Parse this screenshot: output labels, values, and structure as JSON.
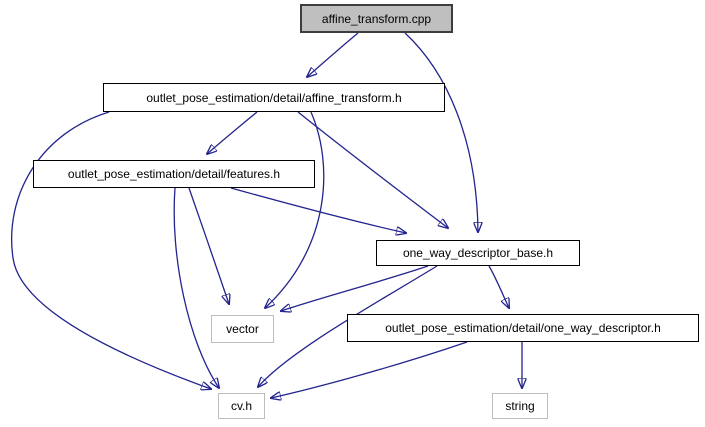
{
  "graph": {
    "colors": {
      "edge": "#24248f",
      "node_border": "#000000",
      "node_fill": "#ffffff",
      "current_node_border": "#3d3d3d",
      "current_node_fill": "#bfbfbf",
      "leaf_node_border": "#bdbdbd",
      "text": "#000000",
      "background": "#ffffff"
    },
    "nodes": {
      "cpp": {
        "label": "affine_transform.cpp"
      },
      "affine_transform_h": {
        "label": "outlet_pose_estimation/detail/affine_transform.h"
      },
      "features_h": {
        "label": "outlet_pose_estimation/detail/features.h"
      },
      "one_way_descriptor_base_h": {
        "label": "one_way_descriptor_base.h"
      },
      "vector": {
        "label": "vector"
      },
      "one_way_descriptor_h": {
        "label": "outlet_pose_estimation/detail/one_way_descriptor.h"
      },
      "cv_h": {
        "label": "cv.h"
      },
      "string": {
        "label": "string"
      }
    },
    "edges": [
      {
        "from": "affine_transform.cpp",
        "to": "outlet_pose_estimation/detail/affine_transform.h"
      },
      {
        "from": "affine_transform.cpp",
        "to": "one_way_descriptor_base.h"
      },
      {
        "from": "outlet_pose_estimation/detail/affine_transform.h",
        "to": "outlet_pose_estimation/detail/features.h"
      },
      {
        "from": "outlet_pose_estimation/detail/affine_transform.h",
        "to": "one_way_descriptor_base.h"
      },
      {
        "from": "outlet_pose_estimation/detail/affine_transform.h",
        "to": "vector"
      },
      {
        "from": "outlet_pose_estimation/detail/affine_transform.h",
        "to": "cv.h"
      },
      {
        "from": "outlet_pose_estimation/detail/features.h",
        "to": "vector"
      },
      {
        "from": "outlet_pose_estimation/detail/features.h",
        "to": "cv.h"
      },
      {
        "from": "outlet_pose_estimation/detail/features.h",
        "to": "one_way_descriptor_base.h"
      },
      {
        "from": "one_way_descriptor_base.h",
        "to": "vector"
      },
      {
        "from": "one_way_descriptor_base.h",
        "to": "cv.h"
      },
      {
        "from": "one_way_descriptor_base.h",
        "to": "outlet_pose_estimation/detail/one_way_descriptor.h"
      },
      {
        "from": "outlet_pose_estimation/detail/one_way_descriptor.h",
        "to": "cv.h"
      },
      {
        "from": "outlet_pose_estimation/detail/one_way_descriptor.h",
        "to": "string"
      }
    ]
  }
}
